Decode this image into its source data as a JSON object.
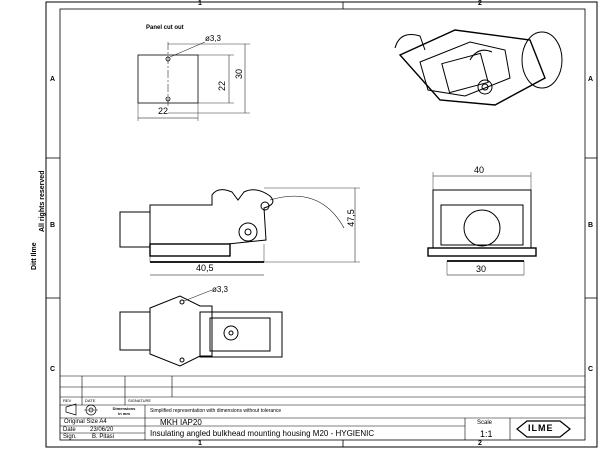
{
  "side_text": {
    "line1": "Ditt Ilme",
    "line2": "All rights reserved"
  },
  "zones": {
    "columns": [
      "1",
      "2"
    ],
    "rows": [
      "A",
      "B",
      "C"
    ]
  },
  "panel": {
    "title": "Panel cut out",
    "dia": "ø3,3",
    "h_inner": "22",
    "h_outer": "30",
    "w": "22"
  },
  "side_view": {
    "w": "40,5",
    "h": "47,5"
  },
  "front_view": {
    "top": "40",
    "bottom": "30"
  },
  "top_view": {
    "dia": "ø3,3"
  },
  "title_block": {
    "rev_label": "REV",
    "date_label": "DATE",
    "signature_label": "SIGNATURE",
    "dims_line1": "Dimensions",
    "dims_line2": "in mm",
    "note": "Simplified representation with dimensions without tolerance",
    "original_size": "Original Size A4",
    "date_key": "Date",
    "date_value": "23/06/20",
    "sign_key": "Sign.",
    "sign_value": "B. Pitasi",
    "part_code": "MKH IAP20",
    "description": "Insulating angled bulkhead mounting housing M20 - HYGIENIC",
    "scale_label": "Scale",
    "scale_value": "1:1",
    "logo": "ILME"
  }
}
